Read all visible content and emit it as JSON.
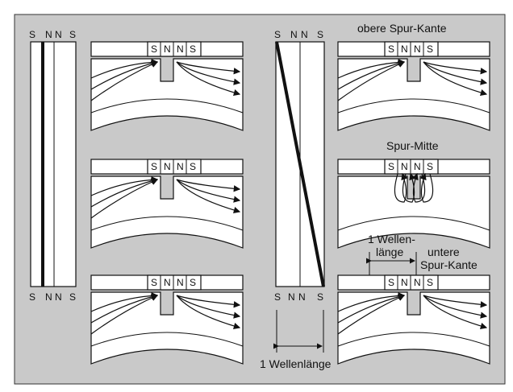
{
  "colors": {
    "background": "#ffffff",
    "panel": "#c9c9c9",
    "ink": "#111111",
    "tape": "#ffffff"
  },
  "poles": {
    "s": "S",
    "n": "N"
  },
  "strip_left": {
    "top_labels": [
      "S",
      "N",
      "N",
      "S"
    ],
    "bottom_labels": [
      "S",
      "N",
      "N",
      "S"
    ]
  },
  "strip_right": {
    "top_labels": [
      "S",
      "N",
      "N",
      "S"
    ],
    "bottom_labels": [
      "S",
      "N",
      "N",
      "S"
    ],
    "wavelength_label": "1 Wellenlänge"
  },
  "captions": {
    "top_edge": "obere Spur-Kante",
    "middle": "Spur-Mitte",
    "bottom_edge_1": "untere",
    "bottom_edge_2": "Spur-Kante",
    "wave_1": "1 Wellen-",
    "wave_2": "länge"
  },
  "head_labels": [
    "S",
    "N",
    "N",
    "S"
  ]
}
